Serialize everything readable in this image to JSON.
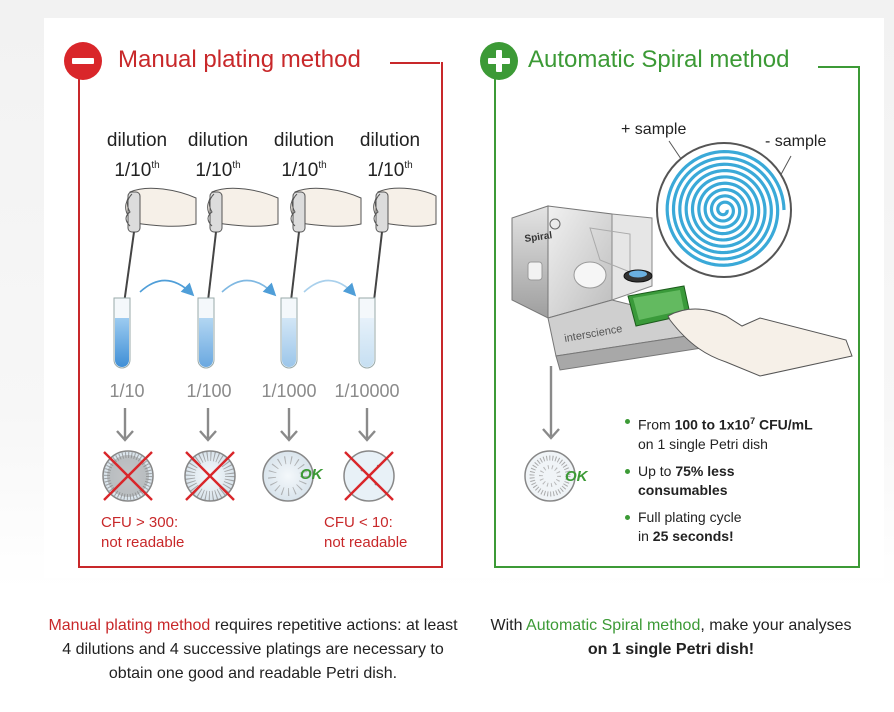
{
  "manual": {
    "title": "Manual plating method",
    "steps": [
      {
        "label": "dilution",
        "fraction": "1/10",
        "superscript": "th",
        "concentration": "1/10"
      },
      {
        "label": "dilution",
        "fraction": "1/10",
        "superscript": "th",
        "concentration": "1/100"
      },
      {
        "label": "dilution",
        "fraction": "1/10",
        "superscript": "th",
        "concentration": "1/1000"
      },
      {
        "label": "dilution",
        "fraction": "1/10",
        "superscript": "th",
        "concentration": "1/10000"
      }
    ],
    "ok_label": "OK",
    "cfu_high": {
      "line1": "CFU > 300:",
      "line2": "not readable"
    },
    "cfu_low": {
      "line1": "CFU < 10:",
      "line2": "not readable"
    }
  },
  "automatic": {
    "title": "Automatic Spiral method",
    "plus_sample": "+ sample",
    "minus_sample": "- sample",
    "device_brand": "Spiral",
    "device_maker": "interscience",
    "ok_label": "OK",
    "bullets": [
      {
        "pre": "From ",
        "bold": "100 to 1x10",
        "sup": "7",
        "bold2": " CFU/mL",
        "post": "on 1 single Petri dish"
      },
      {
        "pre": "Up to ",
        "bold": "75% less",
        "post_bold": "consumables"
      },
      {
        "pre": "Full plating cycle",
        "post_pre": "in ",
        "bold": "25 seconds!"
      }
    ]
  },
  "captions": {
    "manual": {
      "highlight": "Manual plating method",
      "rest": " requires repetitive actions: at least 4 dilutions and 4 successive platings are necessary to obtain one good and readable Petri dish."
    },
    "automatic": {
      "pre": "With ",
      "highlight": "Automatic Spiral method",
      "rest": ", make your analyses",
      "bold": "on 1 single Petri dish!"
    }
  },
  "colors": {
    "red": "#c8282a",
    "green": "#3c9a36",
    "spiral_blue": "#3aa9d8",
    "arrow_grey": "#8a8a8a"
  },
  "icons": [
    "minus-circle-icon",
    "plus-circle-icon",
    "pipette-hand-icon",
    "test-tube-icon",
    "petri-dish-icon",
    "cross-icon",
    "down-arrow-icon",
    "curved-arrow-icon"
  ]
}
